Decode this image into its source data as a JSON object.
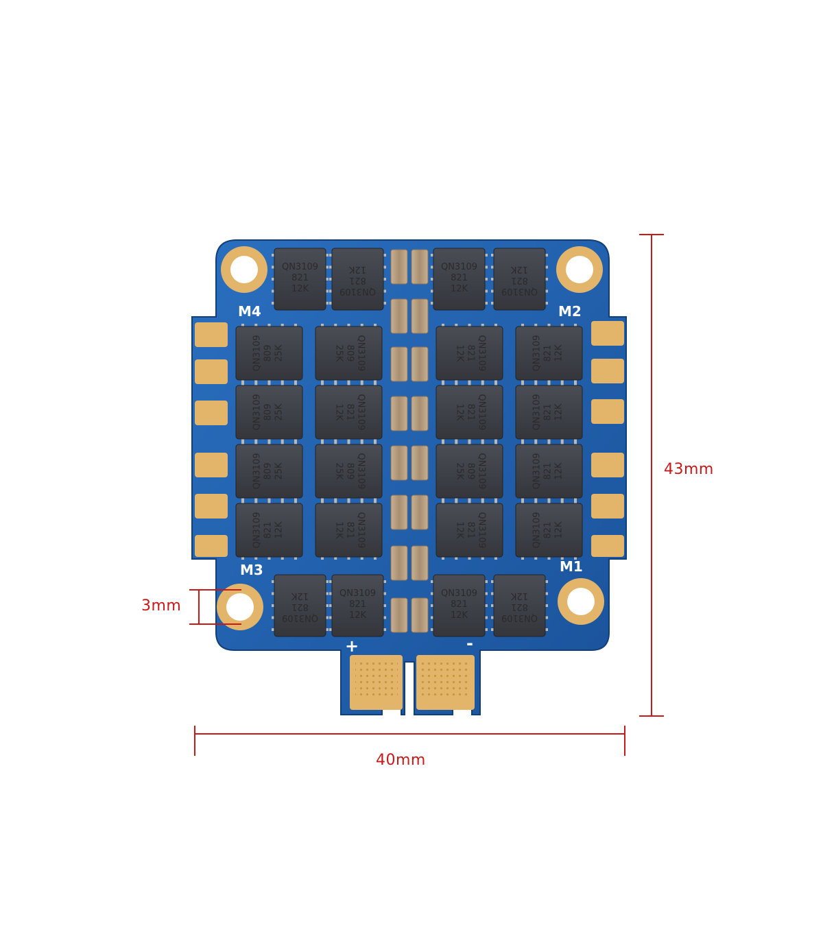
{
  "product": {
    "board_color": "#1e5fa8",
    "pad_color": "#e8b96a",
    "accent_color": "#c81818"
  },
  "dimensions": {
    "height_label": "43mm",
    "width_label": "40mm",
    "hole_label": "3mm"
  },
  "motor_labels": {
    "m1": "M1",
    "m2": "M2",
    "m3": "M3",
    "m4": "M4"
  },
  "power_pads": {
    "positive": "+",
    "negative": "-"
  },
  "mosfets": [
    {
      "name": "mosfet-top-1",
      "lines": [
        "QN3109",
        "821",
        "12K"
      ],
      "rotate": 0
    },
    {
      "name": "mosfet-top-2",
      "lines": [
        "QN3109",
        "821",
        "12K"
      ],
      "rotate": 180
    },
    {
      "name": "mosfet-top-3",
      "lines": [
        "QN3109",
        "821",
        "12K"
      ],
      "rotate": 0
    },
    {
      "name": "mosfet-top-4",
      "lines": [
        "QN3109",
        "821",
        "12K"
      ],
      "rotate": 180
    },
    {
      "name": "mosfet-r1-c1",
      "lines": [
        "QN3109",
        "809",
        "25K"
      ],
      "rotate": -90
    },
    {
      "name": "mosfet-r1-c2",
      "lines": [
        "QN3109",
        "809",
        "25K"
      ],
      "rotate": 90
    },
    {
      "name": "mosfet-r1-c3",
      "lines": [
        "QN3109",
        "821",
        "12K"
      ],
      "rotate": 90
    },
    {
      "name": "mosfet-r1-c4",
      "lines": [
        "QN3109",
        "821",
        "12K"
      ],
      "rotate": -90
    },
    {
      "name": "mosfet-r2-c1",
      "lines": [
        "QN3109",
        "809",
        "25K"
      ],
      "rotate": -90
    },
    {
      "name": "mosfet-r2-c2",
      "lines": [
        "QN3109",
        "821",
        "12K"
      ],
      "rotate": 90
    },
    {
      "name": "mosfet-r2-c3",
      "lines": [
        "QN3109",
        "821",
        "12K"
      ],
      "rotate": 90
    },
    {
      "name": "mosfet-r2-c4",
      "lines": [
        "QN3109",
        "821",
        "12K"
      ],
      "rotate": -90
    },
    {
      "name": "mosfet-r3-c1",
      "lines": [
        "QN3109",
        "809",
        "25K"
      ],
      "rotate": -90
    },
    {
      "name": "mosfet-r3-c2",
      "lines": [
        "QN3109",
        "809",
        "25K"
      ],
      "rotate": 90
    },
    {
      "name": "mosfet-r3-c3",
      "lines": [
        "QN3109",
        "809",
        "25K"
      ],
      "rotate": 90
    },
    {
      "name": "mosfet-r3-c4",
      "lines": [
        "QN3109",
        "821",
        "12K"
      ],
      "rotate": -90
    },
    {
      "name": "mosfet-r4-c1",
      "lines": [
        "QN3109",
        "821",
        "12K"
      ],
      "rotate": -90
    },
    {
      "name": "mosfet-r4-c2",
      "lines": [
        "QN3109",
        "821",
        "12K"
      ],
      "rotate": 90
    },
    {
      "name": "mosfet-r4-c3",
      "lines": [
        "QN3109",
        "821",
        "12K"
      ],
      "rotate": 90
    },
    {
      "name": "mosfet-r4-c4",
      "lines": [
        "QN3109",
        "821",
        "12K"
      ],
      "rotate": -90
    },
    {
      "name": "mosfet-bot-1",
      "lines": [
        "QN3109",
        "821",
        "12K"
      ],
      "rotate": 180
    },
    {
      "name": "mosfet-bot-2",
      "lines": [
        "QN3109",
        "821",
        "12K"
      ],
      "rotate": 0
    },
    {
      "name": "mosfet-bot-3",
      "lines": [
        "QN3109",
        "821",
        "12K"
      ],
      "rotate": 0
    },
    {
      "name": "mosfet-bot-4",
      "lines": [
        "QN3109",
        "821",
        "12K"
      ],
      "rotate": 180
    }
  ]
}
